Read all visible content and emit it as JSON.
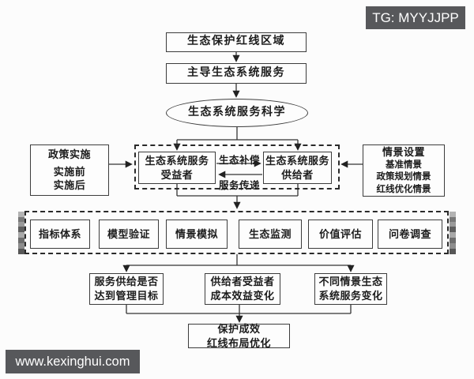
{
  "watermarks": {
    "tg_label": "TG: MYYJJPP",
    "site_label": "www.kexinghui.com"
  },
  "colors": {
    "watermark_bg": "#57585b",
    "line": "#333333",
    "box_border": "#3c3c3c",
    "background": "#fcfcfc",
    "text": "#1c1c1c"
  },
  "nodes": {
    "redline_area": "生态保护红线区域",
    "dominant_services": "主导生态系统服务",
    "service_science": "生态系统服务科学",
    "beneficiary": {
      "line1": "生态系统服务",
      "line2": "受益者"
    },
    "provider": {
      "line1": "生态系统服务",
      "line2": "供给者"
    },
    "compensation_label": "生态补偿",
    "delivery_label": "服务传递",
    "policy": {
      "title": "政策实施",
      "line1": "实施前",
      "line2": "实施后"
    },
    "scenario": {
      "title": "情景设置",
      "line1": "基准情景",
      "line2": "政策规划情景",
      "line3": "红线优化情景"
    },
    "methods": [
      "指标体系",
      "模型验证",
      "情景模拟",
      "生态监测",
      "价值评估",
      "问卷调查"
    ],
    "outcome_goal": {
      "line1": "服务供给是否",
      "line2": "达到管理目标"
    },
    "outcome_cost": {
      "line1": "供给者受益者",
      "line2": "成本效益变化"
    },
    "outcome_scenario": {
      "line1": "不同情景生态",
      "line2": "系统服务变化"
    },
    "final": {
      "line1": "保护成效",
      "line2": "红线布局优化"
    }
  }
}
